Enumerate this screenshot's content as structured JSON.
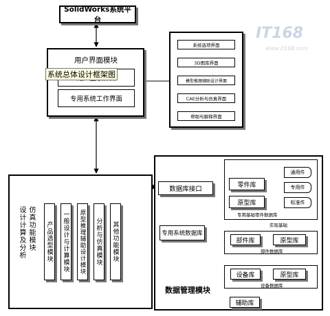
{
  "platform": "SolidWorks系统平台",
  "ui": {
    "title": "用户界面模块",
    "caption": "系统总体设计框架图",
    "login": "用户登录界面",
    "workspace": "专用系统工作界面",
    "sub": [
      "系统选项界面",
      "3D图库界面",
      "模型推理辅助设计界面",
      "CAE分析与仿真界面",
      "帮助与解释界面"
    ]
  },
  "sim": {
    "outer": "设计计算及分析",
    "outer2": "仿真功能模块",
    "items": [
      "产品选型模块",
      "一般设计与计算模块",
      "原型推理辅助设计模块",
      "分析与仿真模块",
      "其他功能模块"
    ]
  },
  "db": {
    "iface": "数据库接口",
    "special": "专用系统数据库",
    "module": "数据管理模块",
    "parts": "零件库",
    "proto": "原型库",
    "common": "通用件",
    "dedicated": "专用件",
    "standard": "标准件",
    "basic_caption": "专用基础零件数据库",
    "realize": "实现基础",
    "component": "部件库",
    "comp_proto": "原型库",
    "comp_caption": "部件数据库",
    "equipment": "设备库",
    "equip_proto": "原型库",
    "equip_caption": "设备数据库",
    "aux": "辅助库"
  },
  "watermark": {
    "main": "IT168",
    "url": "www.it168.com"
  }
}
